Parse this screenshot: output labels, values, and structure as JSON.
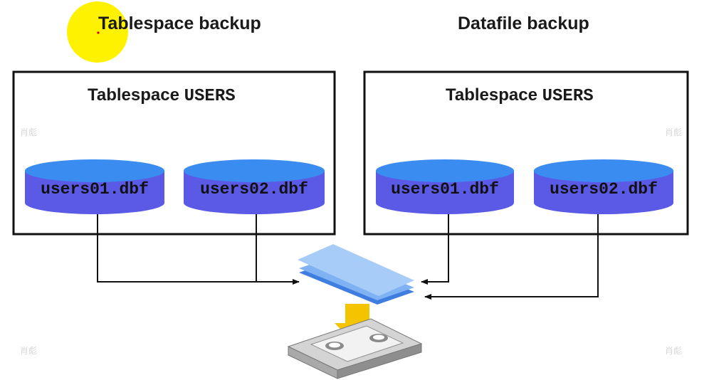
{
  "headings": {
    "tablespace_backup": "Tablespace backup",
    "datafile_backup": "Datafile backup"
  },
  "boxes": {
    "left": {
      "title_prefix": "Tablespace ",
      "title_name": "USERS",
      "files": [
        "users01.dbf",
        "users02.dbf"
      ]
    },
    "right": {
      "title_prefix": "Tablespace ",
      "title_name": "USERS",
      "files": [
        "users01.dbf",
        "users02.dbf"
      ]
    }
  },
  "watermark": "肖彪",
  "colors": {
    "cylinder_top": "#3a8cf0",
    "cylinder_body": "#5a5ae6",
    "backup_sheet_top": "#a8ccf8",
    "backup_sheet_edge": "#3f7de0",
    "arrow_down": "#f5c400",
    "cursor_highlight": "#fff200"
  },
  "icons": {
    "backup_set": "stacked-sheets-icon",
    "tape": "tape-cartridge-icon"
  }
}
